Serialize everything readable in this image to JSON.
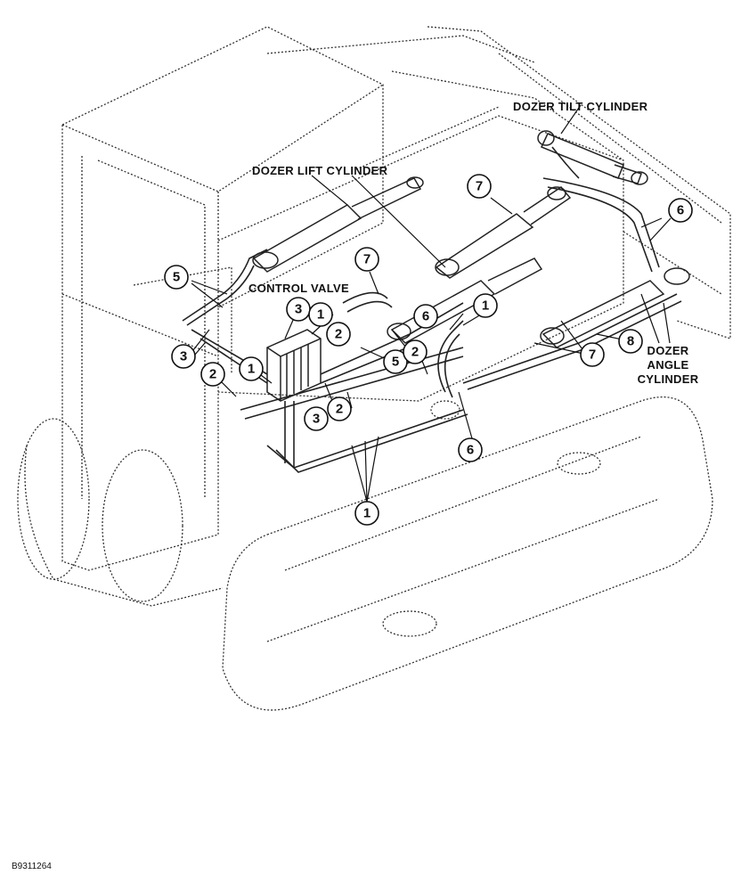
{
  "figure_ref": "B9311264",
  "labels": {
    "tilt": "DOZER TILT CYLINDER",
    "lift": "DOZER LIFT CYLINDER",
    "control": "CONTROL VALVE",
    "angle_line1": "DOZER",
    "angle_line2": "ANGLE",
    "angle_line3": "CYLINDER"
  },
  "callouts": [
    "7",
    "6",
    "5",
    "7",
    "3",
    "1",
    "2",
    "6",
    "1",
    "3",
    "2",
    "1",
    "5",
    "2",
    "8",
    "7",
    "3",
    "2",
    "6",
    "1"
  ]
}
